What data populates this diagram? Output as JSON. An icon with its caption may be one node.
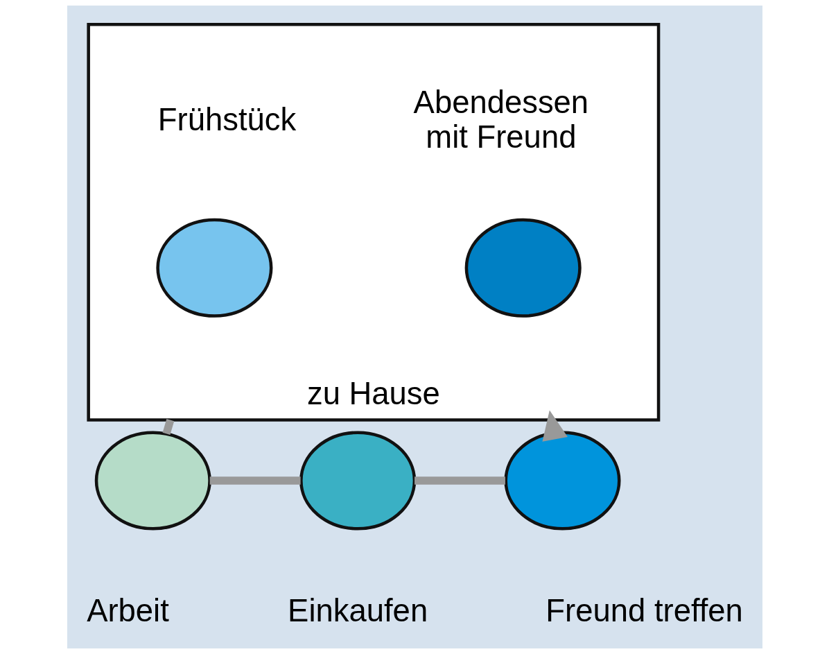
{
  "diagram": {
    "nodes": [
      {
        "text": [
          "zu Hause"
        ]
      },
      {
        "text": [],
        "shape": "circle",
        "in": 0,
        "beside": [
          "Frühstück"
        ]
      },
      {
        "text": [],
        "shape": "circle",
        "in": 0,
        "beside": [
          "Abendessen mit Freund"
        ]
      },
      {
        "text": [],
        "shape": "circle",
        "beside": [
          "Arbeit"
        ]
      },
      {
        "text": [],
        "shape": "circle",
        "beside": [
          "Einkaufen"
        ]
      },
      {
        "text": [],
        "shape": "circle",
        "beside": [
          "Freund treffen"
        ]
      }
    ],
    "edges": [
      {
        "from": 0,
        "to": 3,
        "arrow": "none"
      },
      {
        "from": 3,
        "to": 4,
        "arrow": "none"
      },
      {
        "from": 4,
        "to": 5,
        "arrow": "none"
      },
      {
        "from": 5,
        "to": 0,
        "arrow": "to"
      }
    ]
  }
}
